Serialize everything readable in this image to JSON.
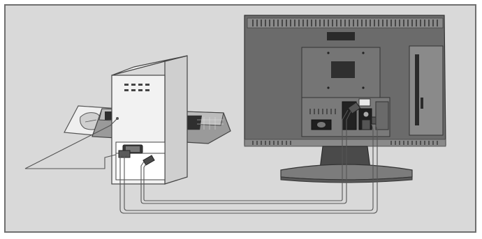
{
  "diagram": {
    "components": [
      {
        "id": "mouse",
        "icon": "mouse-icon"
      },
      {
        "id": "keyboard",
        "icon": "keyboard-icon"
      },
      {
        "id": "computer",
        "icon": "desktop-tower-icon"
      },
      {
        "id": "tv",
        "icon": "tv-monitor-icon"
      }
    ],
    "connections": [
      {
        "from": "computer",
        "to": "tv",
        "cable": "vga-cable"
      },
      {
        "from": "computer",
        "to": "tv",
        "cable": "audio-cable"
      }
    ],
    "colors": {
      "background": "#d9d9d9",
      "border": "#6f6f6f",
      "tv_body": "#6b6b6b",
      "panel_dark": "#2a2a2a",
      "computer_body": "#efefef",
      "line": "#555555"
    }
  }
}
